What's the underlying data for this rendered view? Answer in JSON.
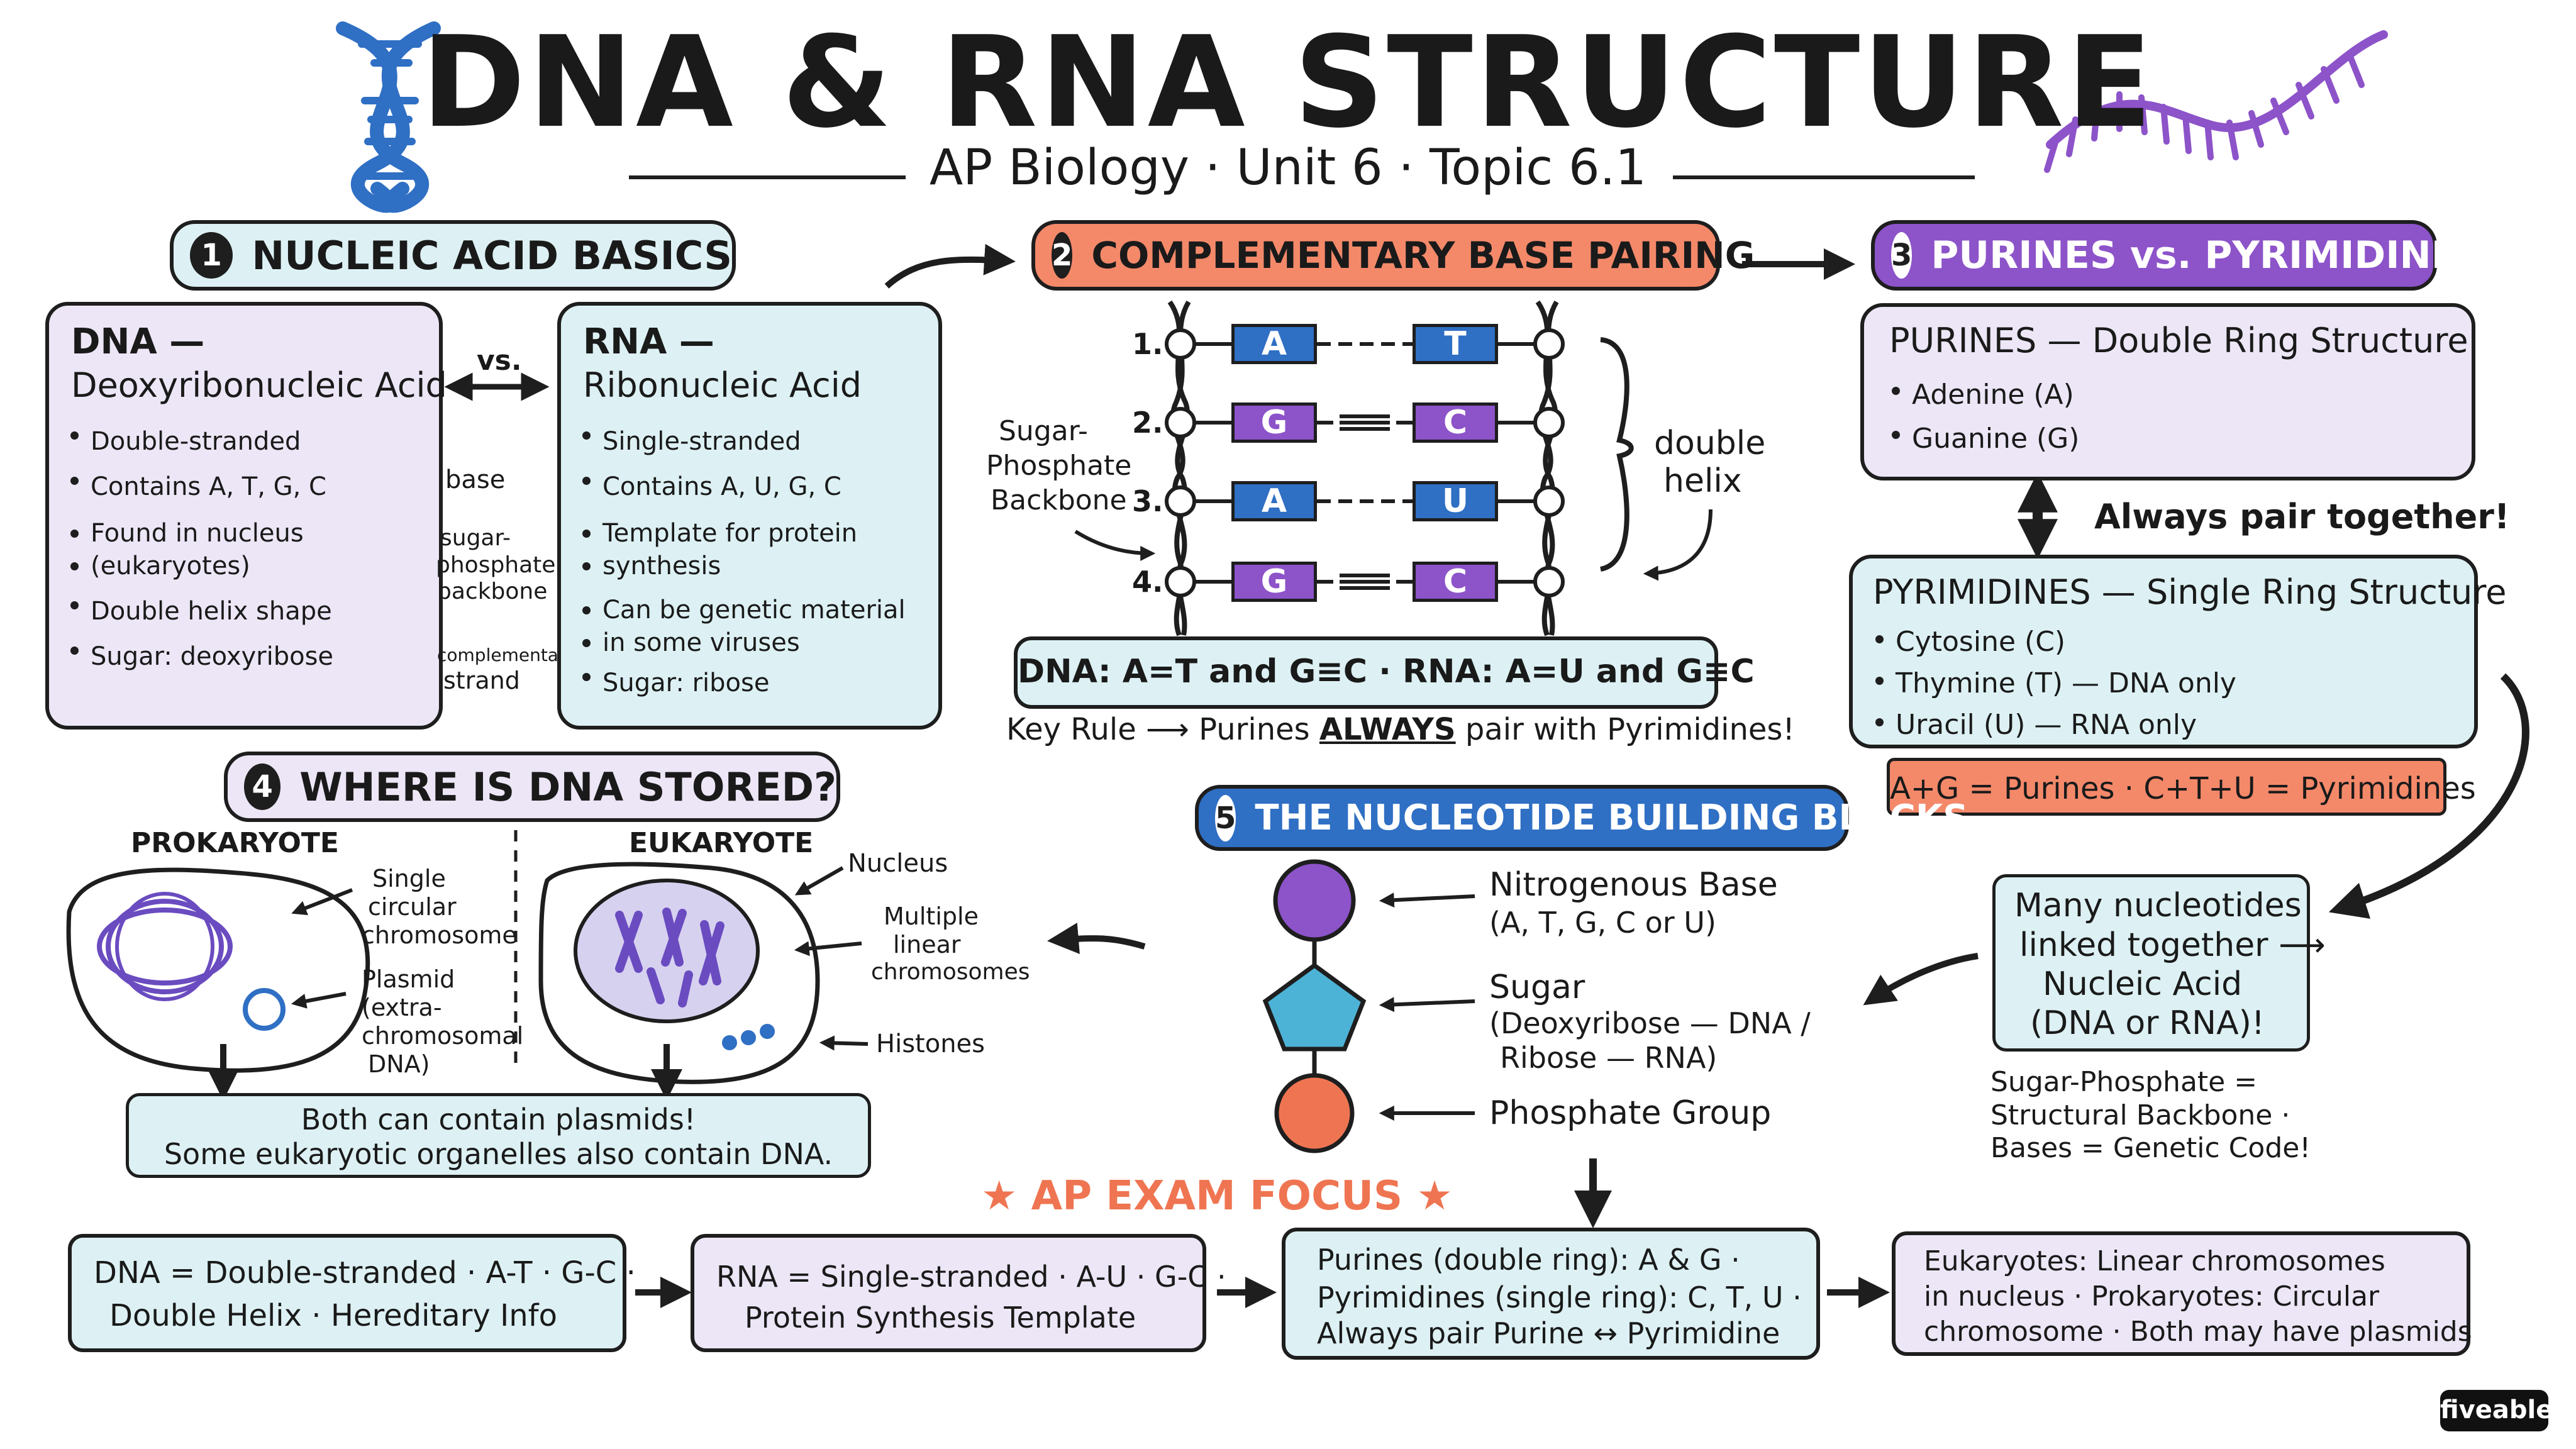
{
  "title": "DNA & RNA STRUCTURE",
  "subtitle": "AP Biology · Unit 6 · Topic 6.1",
  "section1": {
    "num": "1",
    "header": "NUCLEIC ACID BASICS",
    "dna": {
      "title_line1": "DNA —",
      "title_line2": "Deoxyribonucleic Acid",
      "bullets": [
        "Double-stranded",
        "Contains A, T, G, C",
        "Found in nucleus",
        "(eukaryotes)",
        "Double helix shape",
        "Sugar: deoxyribose"
      ]
    },
    "vs": "vs.",
    "labels": {
      "base": "base",
      "sugar1": "sugar-",
      "sugar2": "phosphate",
      "sugar3": "backbone",
      "comp1": "complementary",
      "comp2": "strand"
    },
    "rna": {
      "title_line1": "RNA —",
      "title_line2": "Ribonucleic Acid",
      "bullets": [
        "Single-stranded",
        "Contains A, U, G, C",
        "Template for protein",
        "synthesis",
        "Can be genetic material",
        "in some viruses",
        "Sugar: ribose"
      ]
    }
  },
  "section2": {
    "num": "2",
    "header": "COMPLEMENTARY BASE PAIRING",
    "rows": [
      {
        "n": "1.",
        "left": "A",
        "right": "T"
      },
      {
        "n": "2.",
        "left": "G",
        "right": "C"
      },
      {
        "n": "3.",
        "left": "A",
        "right": "U"
      },
      {
        "n": "4.",
        "left": "G",
        "right": "C"
      }
    ],
    "backbone_label": [
      "Sugar-",
      "Phosphate",
      "Backbone"
    ],
    "helix_label": [
      "double",
      "helix"
    ],
    "rule_box": "DNA: A=T and G≡C  ·  RNA: A=U and G≡C",
    "key_rule_pre": "Key Rule ⟶ Purines ",
    "key_rule_always": "ALWAYS",
    "key_rule_post": " pair with Pyrimidines!"
  },
  "section3": {
    "num": "3",
    "header": "PURINES vs. PYRIMIDINES",
    "purines_title": "PURINES — Double Ring Structure",
    "purines": [
      "Adenine (A)",
      "Guanine (G)"
    ],
    "pair_text": "Always pair together!",
    "pyr_title": "PYRIMIDINES — Single Ring Structure",
    "pyrimidines": [
      "Cytosine (C)",
      "Thymine (T) — DNA only",
      "Uracil (U) — RNA only"
    ],
    "formula": "A+G = Purines  ·  C+T+U = Pyrimidines"
  },
  "section4": {
    "num": "4",
    "header": "WHERE IS DNA STORED?",
    "prokaryote": "PROKARYOTE",
    "eukaryote": "EUKARYOTE",
    "pro_labels": {
      "single1": "Single",
      "single2": "circular",
      "single3": "chromosome",
      "plas1": "Plasmid",
      "plas2": "(extra-",
      "plas3": "chromosomal",
      "plas4": "DNA)"
    },
    "euk_labels": {
      "nucleus": "Nucleus",
      "mult1": "Multiple",
      "mult2": "linear",
      "mult3": "chromosomes",
      "histones": "Histones"
    },
    "note1": "Both can contain plasmids!",
    "note2": "Some eukaryotic organelles also contain DNA."
  },
  "section5": {
    "num": "5",
    "header": "THE NUCLEOTIDE BUILDING BLOCKS",
    "base1": "Nitrogenous Base",
    "base2": "(A, T, G, C or U)",
    "sugar1": "Sugar",
    "sugar2": "(Deoxyribose — DNA /",
    "sugar3": "Ribose — RNA)",
    "phosphate": "Phosphate Group"
  },
  "linked": {
    "l1": "Many nucleotides",
    "l2": "linked together ⟶",
    "l3": "Nucleic Acid",
    "l4": "(DNA or RNA)!"
  },
  "backbone_note": [
    "Sugar-Phosphate =",
    "Structural Backbone ·",
    "Bases = Genetic Code!"
  ],
  "exam": {
    "header": "★ AP EXAM FOCUS ★",
    "box1": [
      "DNA = Double-stranded · A-T · G-C ·",
      "Double Helix · Hereditary Info"
    ],
    "box2": [
      "RNA = Single-stranded · A-U · G-C ·",
      "Protein Synthesis Template"
    ],
    "box3": [
      "Purines (double ring): A & G ·",
      "Pyrimidines (single ring): C, T, U ·",
      "Always pair Purine ↔ Pyrimidine"
    ],
    "box4": [
      "Eukaryotes:  Linear chromosomes",
      "in nucleus · Prokaryotes: Circular",
      "chromosome · Both may have plasmids"
    ]
  },
  "brand": "fiveable",
  "colors": {
    "blue": "#2f6fc4",
    "purple": "#8d53c9",
    "orange": "#ef7552",
    "lavender": "#ece6f6",
    "aqua": "#ddf1f4",
    "peach": "#f7b59d"
  }
}
